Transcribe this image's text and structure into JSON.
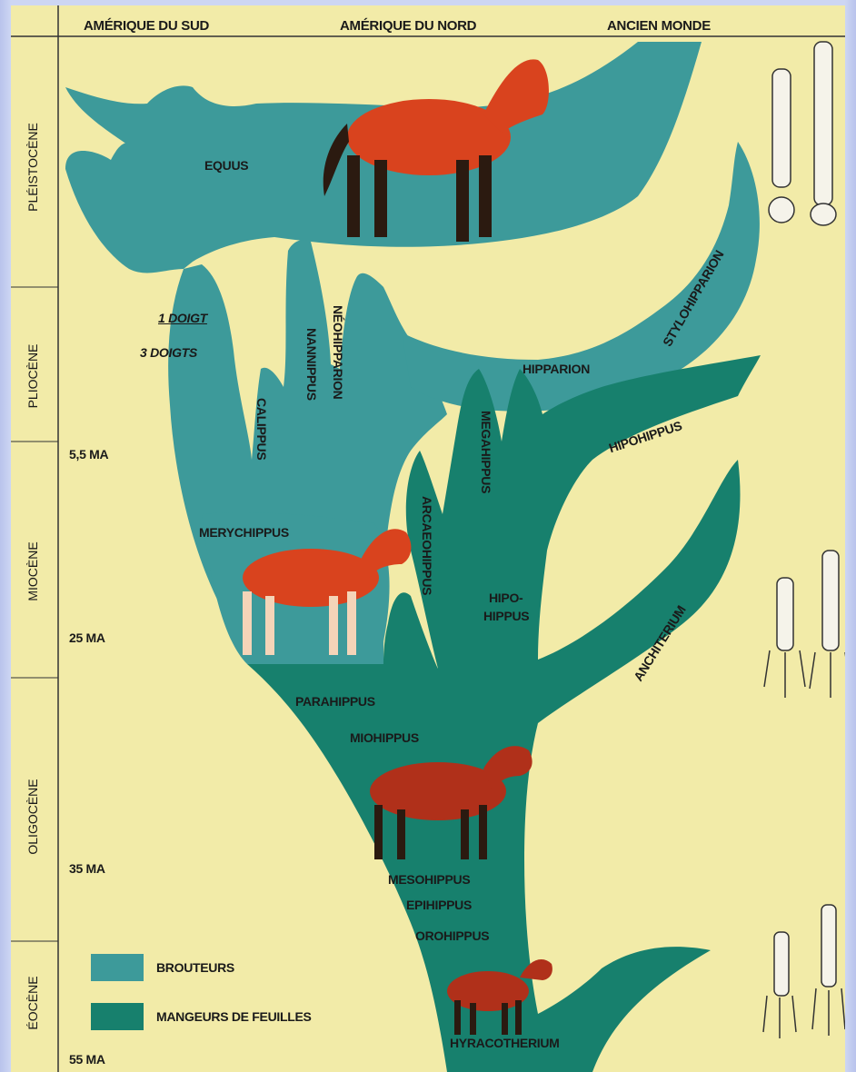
{
  "header": {
    "col_sa": "AMÉRIQUE DU SUD",
    "col_na": "AMÉRIQUE DU NORD",
    "col_ow": "ANCIEN MONDE"
  },
  "epochs": {
    "pleistocene": "PLÉISTOCÈNE",
    "pliocene": "PLIOCÈNE",
    "miocene": "MIOCÈNE",
    "oligocene": "OLIGOCÈNE",
    "eocene": "ÉOCÈNE"
  },
  "ages": {
    "a1": "5,5 MA",
    "a2": "25 MA",
    "a3": "35 MA",
    "a4": "55 MA"
  },
  "notes": {
    "one_toe": "1 DOIGT",
    "three_toes": "3 DOIGTS"
  },
  "genera": {
    "equus": "EQUUS",
    "stylohipparion": "STYLOHIPPARION",
    "hipparion": "HIPPARION",
    "hipohippus": "HIPOHIPPUS",
    "neohipparion": "NÉOHIPPARION",
    "nannippus": "NANNIPPUS",
    "calippus": "CALIPPUS",
    "megahippus": "MEGAHIPPUS",
    "merychippus": "MERYCHIPPUS",
    "arcaeohippus": "ARCAEOHIPPUS",
    "hipo_1": "HIPO-",
    "hipo_2": "HIPPUS",
    "anchiterium": "ANCHITERIUM",
    "parahippus": "PARAHIPPUS",
    "miohippus": "MIOHIPPUS",
    "mesohippus": "MESOHIPPUS",
    "epihippus": "EPIHIPPUS",
    "orohippus": "OROHIPPUS",
    "hyracotherium": "HYRACOTHERIUM"
  },
  "legend": {
    "browsers": "BROUTEURS",
    "leaf_eaters": "MANGEURS DE FEUILLES"
  },
  "colors": {
    "background": "#f2eba8",
    "brouteurs": "#3d9a9a",
    "mangeurs": "#17806d",
    "horse": "#d9431e"
  }
}
